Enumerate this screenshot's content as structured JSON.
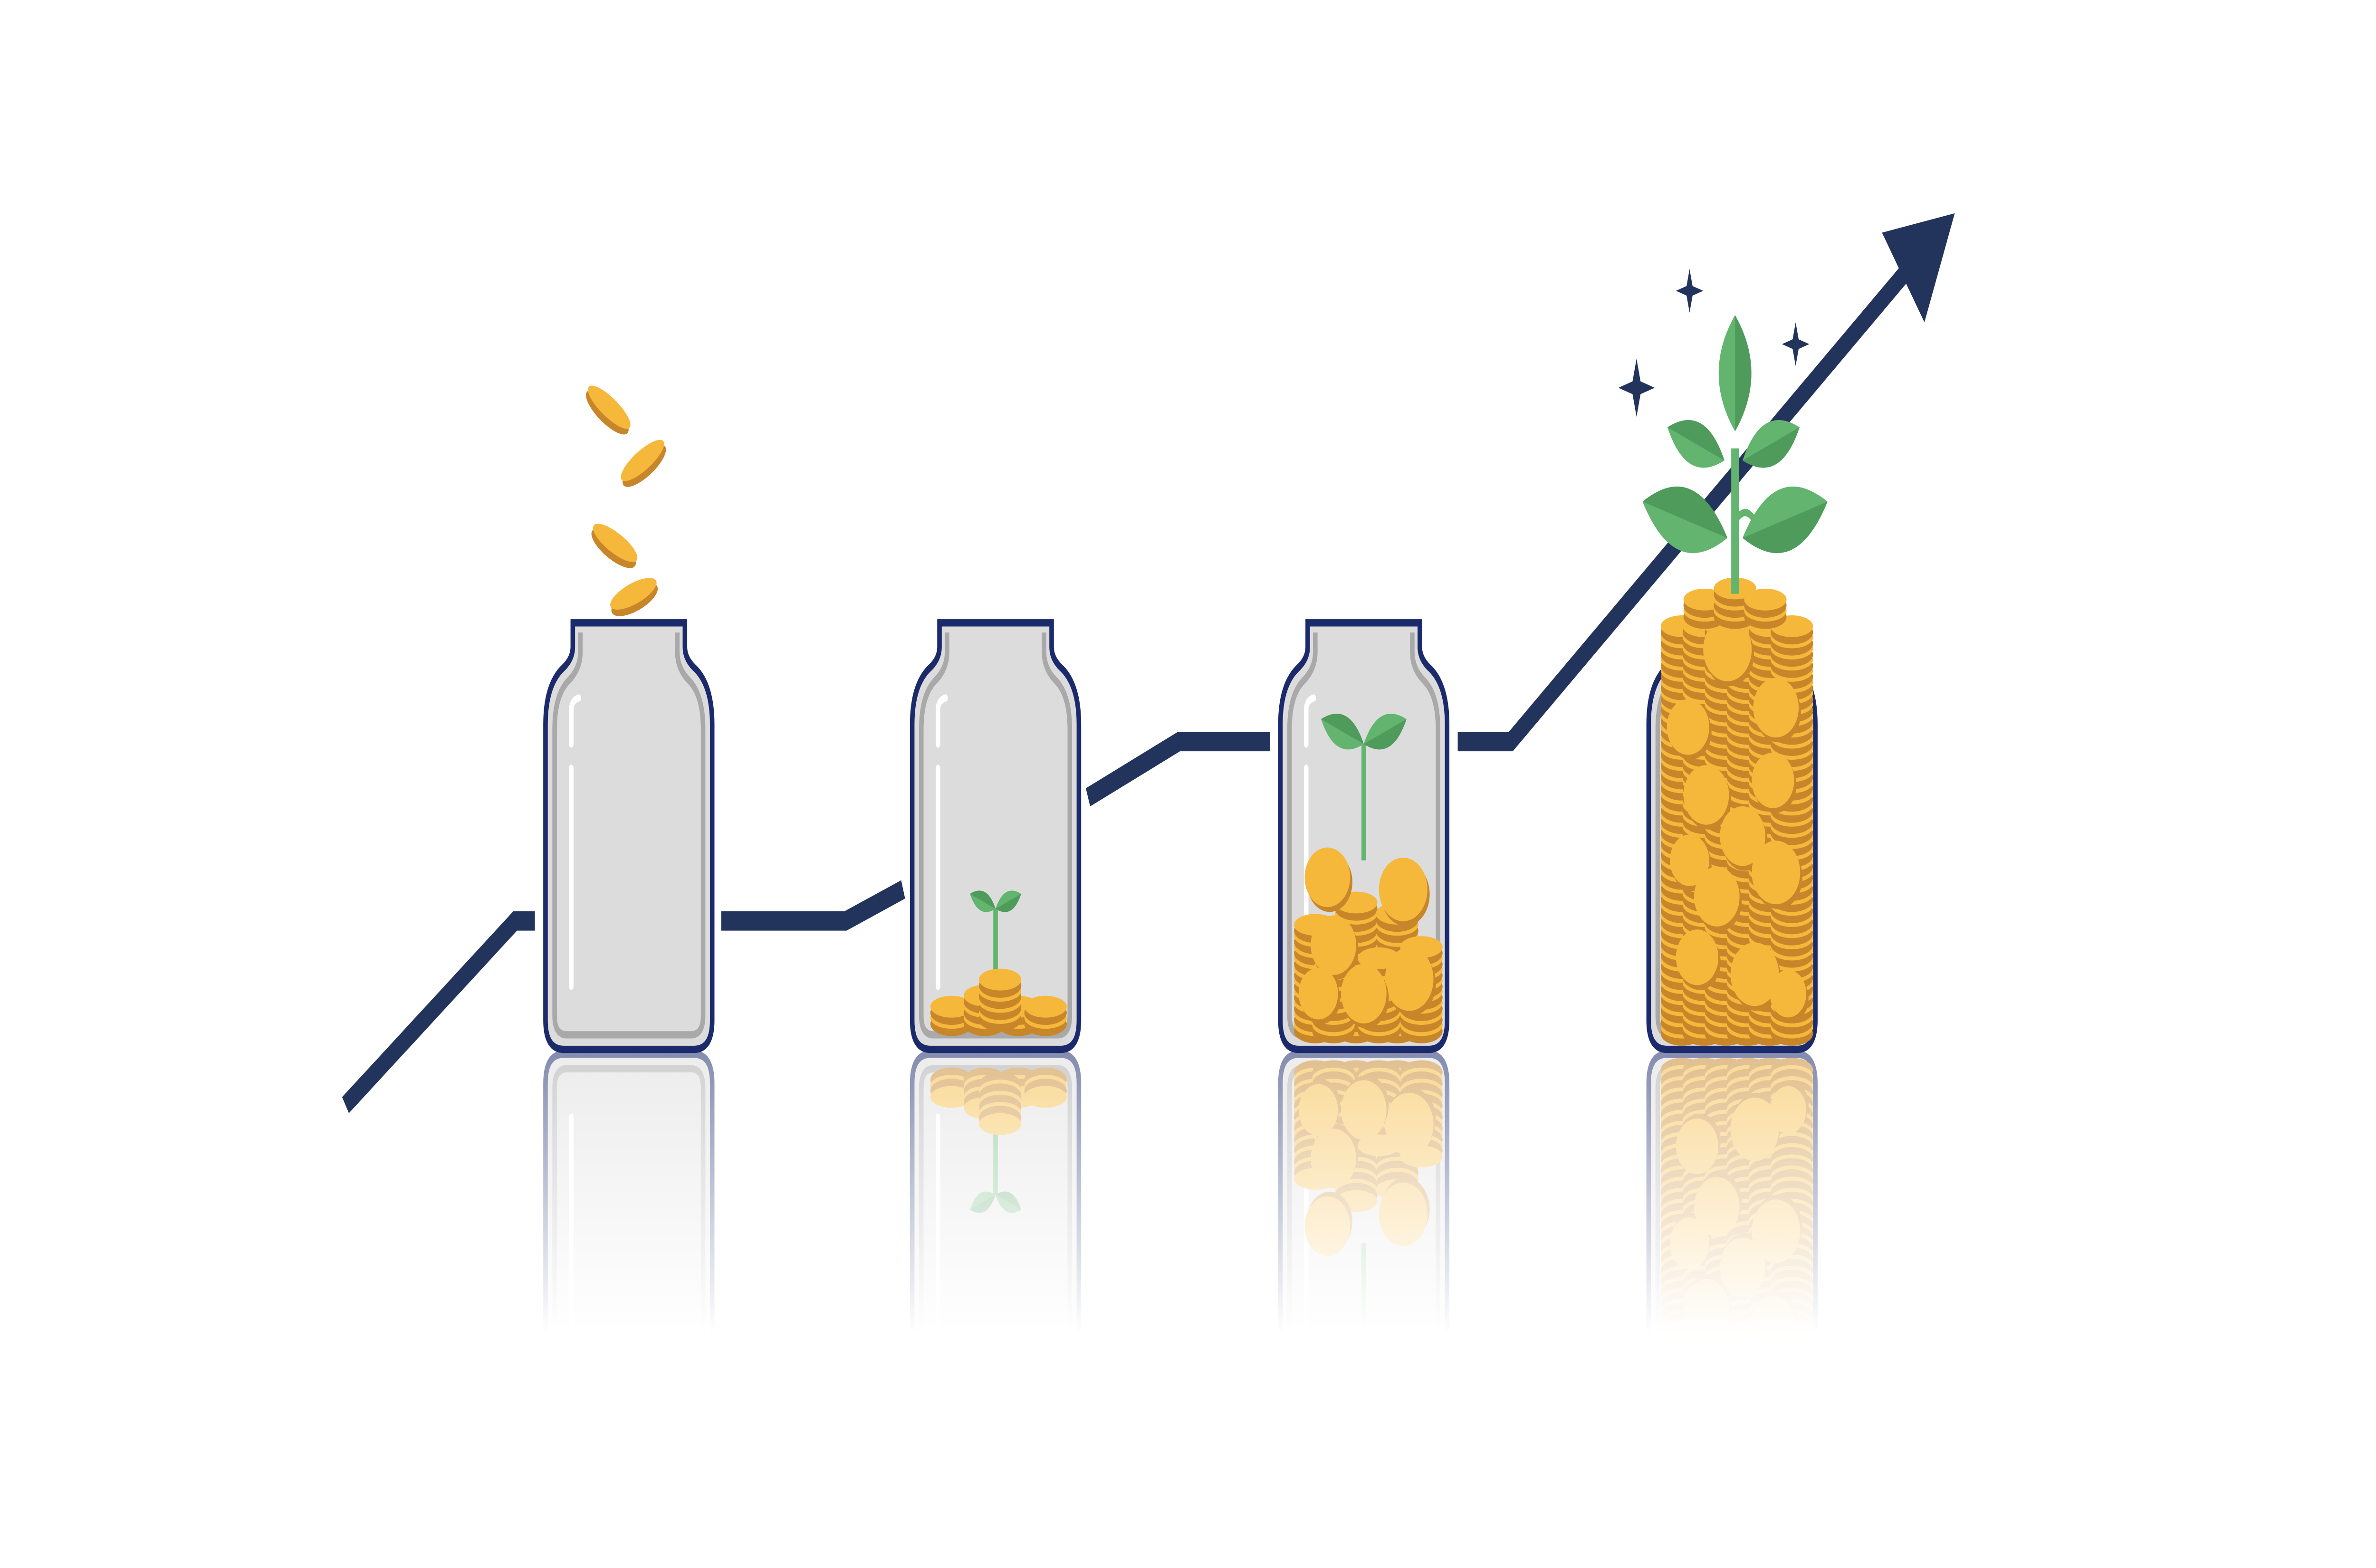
{
  "illustration": {
    "subject": "growth-savings-jars",
    "stages": [
      "empty-jar",
      "sprout-jar",
      "seedling-jar",
      "full-jar"
    ],
    "colors": {
      "background": "#ffffff",
      "trend_line": "#22345C",
      "jar_outline": "#1B2A6B",
      "jar_fill": "#DCDCDC",
      "jar_rim": "#A9A9A9",
      "coin_face": "#F5B83A",
      "coin_edge": "#C7862A",
      "leaf_light": "#62B46E",
      "leaf_dark": "#4E9B5C",
      "star": "#22345C"
    }
  }
}
